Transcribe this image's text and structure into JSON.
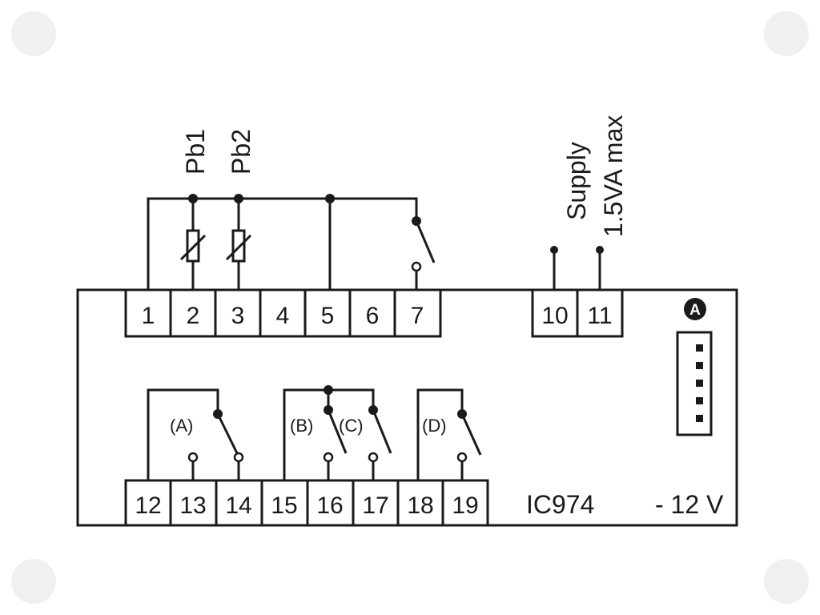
{
  "diagram": {
    "probe_labels": {
      "pb1": "Pb1",
      "pb2": "Pb2"
    },
    "supply_label": "Supply",
    "supply_rating": "1.5VA max",
    "top_terminals": [
      "1",
      "2",
      "3",
      "4",
      "5",
      "6",
      "7"
    ],
    "supply_terminals": [
      "10",
      "11"
    ],
    "bottom_terminals": [
      "12",
      "13",
      "14",
      "15",
      "16",
      "17",
      "18",
      "19"
    ],
    "relays": {
      "a": "(A)",
      "b": "(B)",
      "c": "(C)",
      "d": "(D)"
    },
    "port_marker": "A",
    "model_prefix": "IC974",
    "model_suffix": "- 12 V"
  }
}
